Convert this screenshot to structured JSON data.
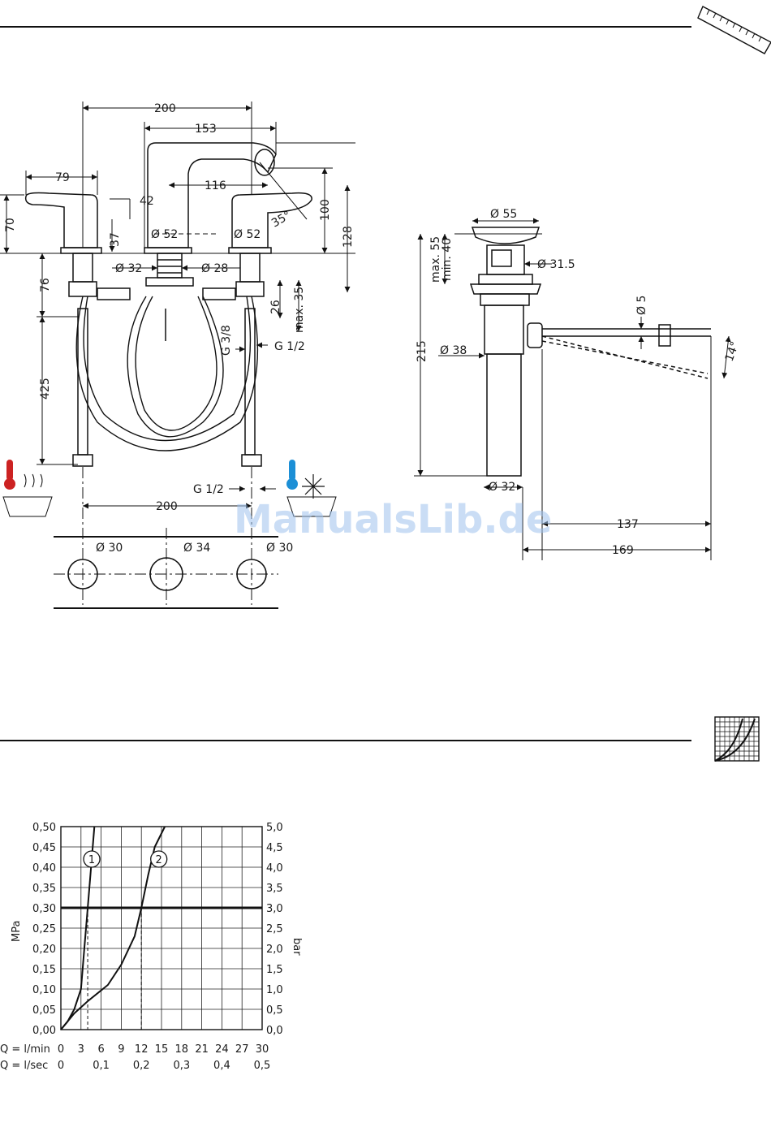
{
  "watermark": "ManualsLib.de",
  "faucet_dims": {
    "w200_top": "200",
    "w153": "153",
    "w79": "79",
    "w116": "116",
    "w42": "42",
    "h70": "70",
    "h37": "37",
    "d52_left": "Ø 52",
    "d52_right": "Ø 52",
    "h100": "100",
    "h128": "128",
    "angle35": "35°",
    "d32": "Ø 32",
    "d28": "Ø 28",
    "h76": "76",
    "h26": "26",
    "max35": "max. 35",
    "h425": "425",
    "g38": "G 3/8",
    "g12_right": "G 1/2",
    "g12_bottom": "G 1/2",
    "w200_bottom": "200",
    "hole30_left": "Ø 30",
    "hole34": "Ø 34",
    "hole30_right": "Ø 30"
  },
  "drain_dims": {
    "d55": "Ø 55",
    "max55": "max. 55",
    "min40": "min. 40",
    "d31_5": "Ø 31.5",
    "d5": "Ø 5",
    "h215": "215",
    "d38": "Ø 38",
    "angle14": "14°",
    "d32": "Ø 32",
    "w137": "137",
    "w169": "169"
  },
  "chart_data": {
    "type": "line",
    "x": [
      0,
      3,
      6,
      9,
      12,
      15,
      18,
      21,
      24,
      27,
      30
    ],
    "x_tick_labels": [
      "0",
      "3",
      "6",
      "9",
      "12",
      "15",
      "18",
      "21",
      "24",
      "27",
      "30"
    ],
    "x2_tick_labels": [
      "0",
      "0,1",
      "0,2",
      "0,3",
      "0,4",
      "0,5"
    ],
    "xlabel": "Q = l/min",
    "x2label": "Q = l/sec",
    "ylabel": "MPa",
    "y2label": "bar",
    "y_tick_labels": [
      "0,00",
      "0,05",
      "0,10",
      "0,15",
      "0,20",
      "0,25",
      "0,30",
      "0,35",
      "0,40",
      "0,45",
      "0,50"
    ],
    "y2_tick_labels": [
      "0,0",
      "0,5",
      "1,0",
      "1,5",
      "2,0",
      "2,5",
      "3,0",
      "3,5",
      "4,0",
      "4,5",
      "5,0"
    ],
    "xlim": [
      0,
      30
    ],
    "ylim": [
      0,
      0.5
    ],
    "reference_line": 0.3,
    "series": [
      {
        "name": "1",
        "points": [
          [
            0,
            0
          ],
          [
            1,
            0.02
          ],
          [
            2,
            0.05
          ],
          [
            3,
            0.1
          ],
          [
            3.5,
            0.2
          ],
          [
            4,
            0.3
          ],
          [
            4.5,
            0.4
          ],
          [
            5,
            0.5
          ]
        ]
      },
      {
        "name": "2",
        "points": [
          [
            0,
            0
          ],
          [
            2,
            0.04
          ],
          [
            4,
            0.07
          ],
          [
            7,
            0.11
          ],
          [
            9,
            0.16
          ],
          [
            11,
            0.23
          ],
          [
            12,
            0.3
          ],
          [
            13,
            0.38
          ],
          [
            14,
            0.45
          ],
          [
            15.5,
            0.5
          ]
        ]
      }
    ]
  }
}
